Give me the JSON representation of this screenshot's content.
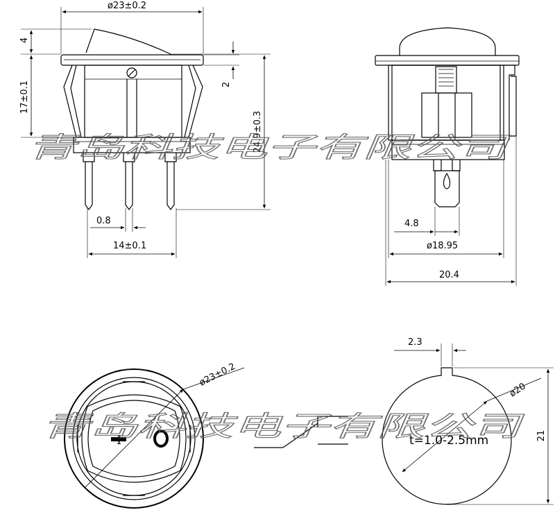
{
  "dimensions": {
    "dia_23_top": "ø23±0.2",
    "height_4": "4",
    "height_17": "17±0.1",
    "height_2": "2",
    "height_24_9": "24.9±0.3",
    "pin_0_8": "0.8",
    "span_14": "14±0.1",
    "tab_4_8": "4.8",
    "dia_18_95": "ø18.95",
    "width_20_4": "20.4",
    "dia_23_front": "ø23±0.2",
    "notch_2_3": "2.3",
    "dia_20": "ø20",
    "height_21": "21",
    "panel_thickness": "t=1.0-2.5mm"
  },
  "rocker_marks": {
    "on": "I",
    "off": "O"
  },
  "watermark": {
    "line_1": "青岛科技电子有限公司",
    "line_2": "青岛科技电子有限公司"
  }
}
